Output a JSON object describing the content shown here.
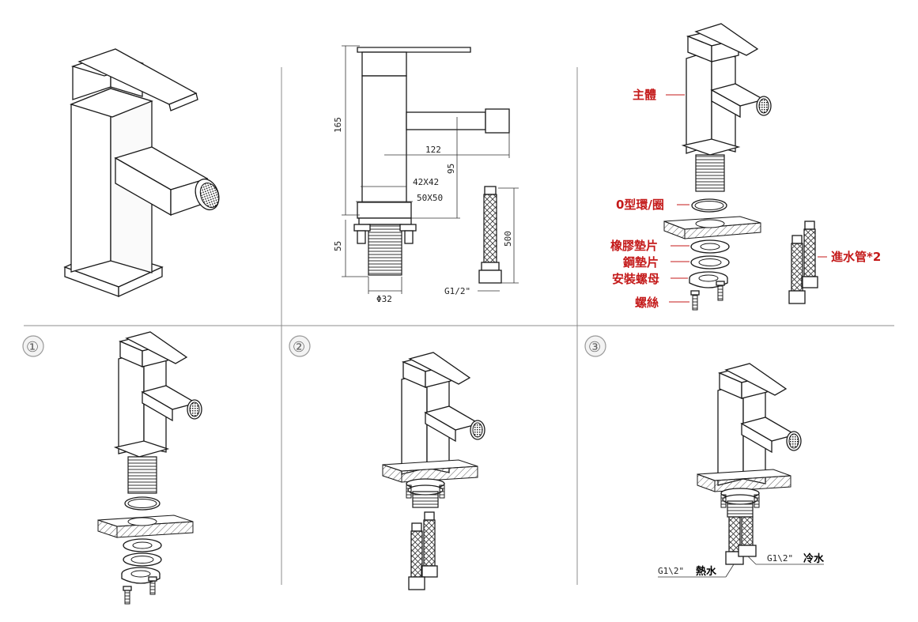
{
  "dimensions": {
    "height_total": "165",
    "spout_length": "122",
    "body_square": "42X42",
    "base_square": "50X50",
    "spout_height": "95",
    "shank_length": "55",
    "shank_diameter": "Φ32",
    "hose_length": "500",
    "hose_thread": "G1/2\""
  },
  "parts": {
    "body": "主體",
    "o_ring": "0型環/圈",
    "rubber_gasket": "橡膠墊片",
    "steel_gasket": "鋼墊片",
    "mounting_nut": "安裝螺母",
    "screws": "螺絲",
    "inlet_hoses": "進水管*2"
  },
  "steps": [
    "①",
    "②",
    "③"
  ],
  "connections": {
    "hot_thread": "G1\\2\"",
    "hot": "熱水",
    "cold_thread": "G1\\2\"",
    "cold": "冷水"
  },
  "colors": {
    "label_red": "#c41a1a",
    "line": "#1a1a1a"
  }
}
